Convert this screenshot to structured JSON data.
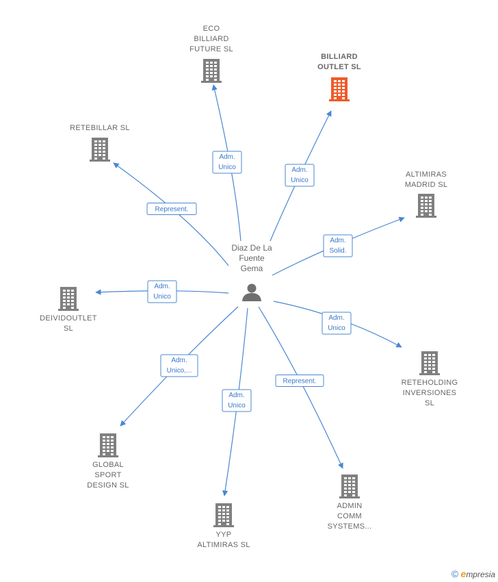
{
  "center": {
    "label_lines": [
      "Diaz De La",
      "Fuente",
      "Gema"
    ]
  },
  "companies": [
    {
      "id": "eco",
      "lines": [
        "ECO",
        "BILLIARD",
        "FUTURE  SL"
      ],
      "highlight": false
    },
    {
      "id": "outlet",
      "lines": [
        "BILLIARD",
        "OUTLET  SL"
      ],
      "highlight": true
    },
    {
      "id": "retebillar",
      "lines": [
        "RETEBILLAR SL"
      ],
      "highlight": false
    },
    {
      "id": "altimiras",
      "lines": [
        "ALTIMIRAS",
        "MADRID SL"
      ],
      "highlight": false
    },
    {
      "id": "deividoutlet",
      "lines": [
        "DEIVIDOUTLET",
        "SL"
      ],
      "highlight": false
    },
    {
      "id": "reteholding",
      "lines": [
        "RETEHOLDING",
        "INVERSIONES",
        "SL"
      ],
      "highlight": false
    },
    {
      "id": "global",
      "lines": [
        "GLOBAL",
        "SPORT",
        "DESIGN SL"
      ],
      "highlight": false
    },
    {
      "id": "admin",
      "lines": [
        "ADMIN",
        "COMM",
        "SYSTEMS..."
      ],
      "highlight": false
    },
    {
      "id": "yyp",
      "lines": [
        "YYP",
        "ALTIMIRAS  SL"
      ],
      "highlight": false
    }
  ],
  "edges": [
    {
      "to": "eco",
      "label_lines": [
        "Adm.",
        "Unico"
      ]
    },
    {
      "to": "outlet",
      "label_lines": [
        "Adm.",
        "Unico"
      ]
    },
    {
      "to": "retebillar",
      "label_lines": [
        "Represent."
      ]
    },
    {
      "to": "altimiras",
      "label_lines": [
        "Adm.",
        "Solid."
      ]
    },
    {
      "to": "deividoutlet",
      "label_lines": [
        "Adm.",
        "Unico"
      ]
    },
    {
      "to": "reteholding",
      "label_lines": [
        "Adm.",
        "Unico"
      ]
    },
    {
      "to": "global",
      "label_lines": [
        "Adm.",
        "Unico,..."
      ]
    },
    {
      "to": "yyp",
      "label_lines": [
        "Adm.",
        "Unico"
      ]
    },
    {
      "to": "admin",
      "label_lines": [
        "Represent."
      ]
    }
  ],
  "colors": {
    "edge": "#4a87d0",
    "building": "#808080",
    "building_highlight": "#f05a28",
    "person": "#707070"
  },
  "footer": {
    "copyright": "©",
    "brand_initial": "e",
    "brand_rest": "mpresia"
  }
}
